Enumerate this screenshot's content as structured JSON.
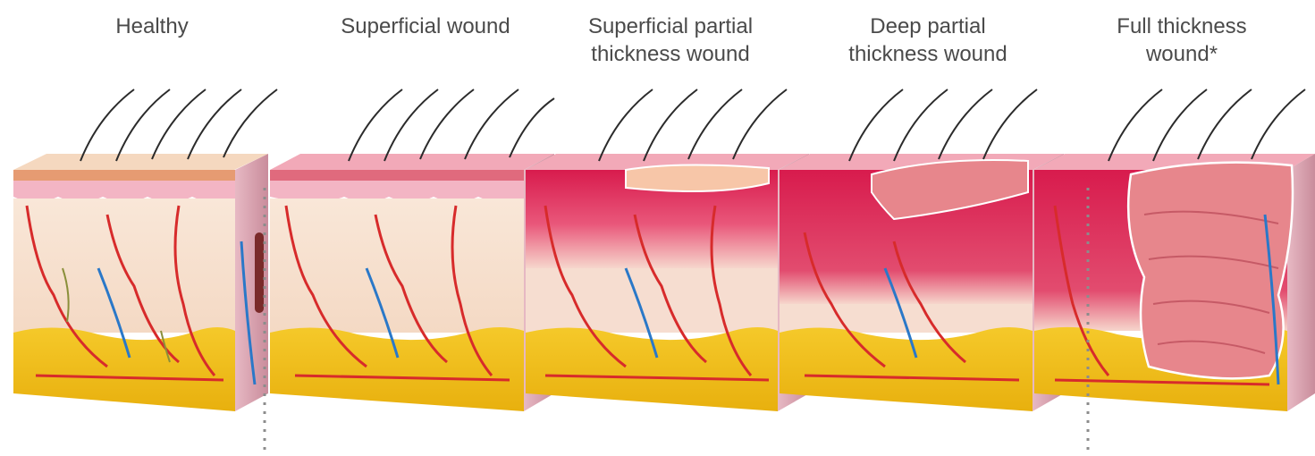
{
  "stages": [
    {
      "id": "healthy",
      "label_lines": [
        "",
        "Healthy"
      ]
    },
    {
      "id": "superficial",
      "label_lines": [
        "",
        "Superficial wound"
      ]
    },
    {
      "id": "superficial-partial",
      "label_lines": [
        "Superficial partial",
        "thickness wound"
      ]
    },
    {
      "id": "deep-partial",
      "label_lines": [
        "Deep partial",
        "thickness wound"
      ]
    },
    {
      "id": "full-thickness",
      "label_lines": [
        "Full thickness",
        "wound*"
      ]
    }
  ],
  "colors": {
    "label_text": "#4a4a4a",
    "epidermis_healthy": "#f4d2b4",
    "epidermis_pink": "#f2a9b8",
    "dermis_healthy": "#f7e0cf",
    "dermis_inflamed": "#d8204f",
    "subcutaneous_fat": "#f2c21a",
    "artery": "#d72b2b",
    "vein": "#2a78c8",
    "nerve": "#8a8f3a",
    "hair": "#2b2b2b",
    "wound_edge": "#ffffff",
    "wound_flap": "#e7868c"
  },
  "icons": {
    "hair": "hair-strand-icon",
    "vessels": "blood-vessel-icon"
  }
}
